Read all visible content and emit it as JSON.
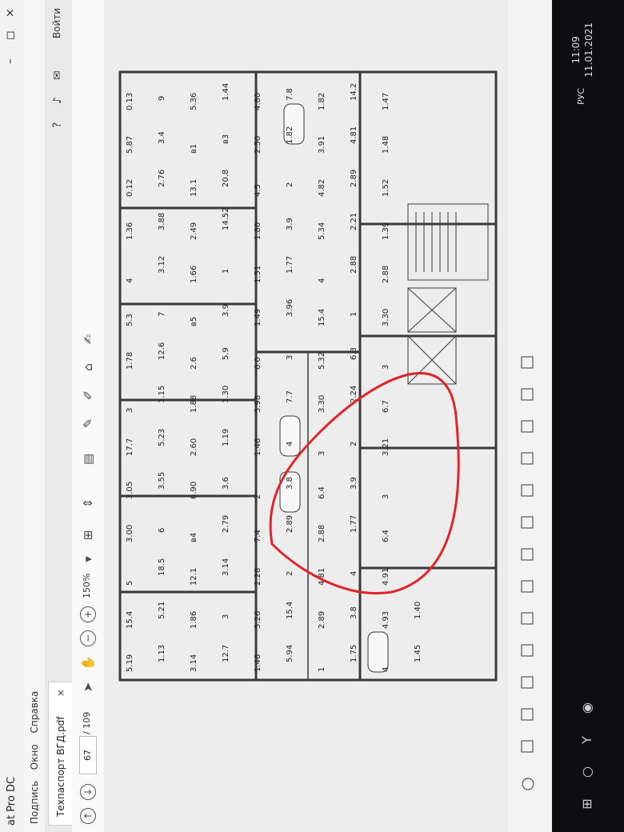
{
  "window": {
    "app_title": "at Pro DC",
    "minimize": "–",
    "maximize": "◻",
    "close": "×"
  },
  "menu": {
    "items": [
      "Подпись",
      "Окно",
      "Справка"
    ]
  },
  "tab": {
    "label": "Техпаспорт ВГД.pdf",
    "close": "×",
    "login": "Войти"
  },
  "toolbar": {
    "page_current": "67",
    "page_total": "/ 109",
    "zoom": "150%"
  },
  "plan_labels": [
    {
      "t": "5.19"
    },
    {
      "t": "15.4"
    },
    {
      "t": "5"
    },
    {
      "t": "3.00"
    },
    {
      "t": "3.05"
    },
    {
      "t": "17.7"
    },
    {
      "t": "3"
    },
    {
      "t": "1.78"
    },
    {
      "t": "5.3"
    },
    {
      "t": "4"
    },
    {
      "t": "1.36"
    },
    {
      "t": "0.12"
    },
    {
      "t": "5.87"
    },
    {
      "t": "0.13"
    },
    {
      "t": "1.13"
    },
    {
      "t": "5.21"
    },
    {
      "t": "18.5"
    },
    {
      "t": "6"
    },
    {
      "t": "3.55"
    },
    {
      "t": "5.23"
    },
    {
      "t": "1.15"
    },
    {
      "t": "12.6"
    },
    {
      "t": "7"
    },
    {
      "t": "3.12"
    },
    {
      "t": "3.88"
    },
    {
      "t": "2.76"
    },
    {
      "t": "3.4"
    },
    {
      "t": "9"
    },
    {
      "t": "3.14"
    },
    {
      "t": "1.86"
    },
    {
      "t": "12.1"
    },
    {
      "t": "в4"
    },
    {
      "t": "6.90"
    },
    {
      "t": "2.60"
    },
    {
      "t": "1.88"
    },
    {
      "t": "2.6"
    },
    {
      "t": "в5"
    },
    {
      "t": "1.66"
    },
    {
      "t": "2.49"
    },
    {
      "t": "13.1"
    },
    {
      "t": "в1"
    },
    {
      "t": "5.36"
    },
    {
      "t": "12.7"
    },
    {
      "t": "3"
    },
    {
      "t": "3.14"
    },
    {
      "t": "2.79"
    },
    {
      "t": "3.6"
    },
    {
      "t": "1.19"
    },
    {
      "t": "1.30"
    },
    {
      "t": "5.9"
    },
    {
      "t": "3.9"
    },
    {
      "t": "1"
    },
    {
      "t": "14.52"
    },
    {
      "t": "20.8"
    },
    {
      "t": "в3"
    },
    {
      "t": "1.44"
    },
    {
      "t": "1.46"
    },
    {
      "t": "3.26"
    },
    {
      "t": "2.28"
    },
    {
      "t": "7.4"
    },
    {
      "t": "2"
    },
    {
      "t": "1.46"
    },
    {
      "t": "3.98"
    },
    {
      "t": "6.0"
    },
    {
      "t": "1.49"
    },
    {
      "t": "1.51"
    },
    {
      "t": "1.80"
    },
    {
      "t": "4.5"
    },
    {
      "t": "2.50"
    },
    {
      "t": "4.80"
    },
    {
      "t": "5.94"
    },
    {
      "t": "15.4"
    },
    {
      "t": "2"
    },
    {
      "t": "2.89"
    },
    {
      "t": "3.8"
    },
    {
      "t": "4"
    },
    {
      "t": "7.7"
    },
    {
      "t": "3"
    },
    {
      "t": "3.96"
    },
    {
      "t": "1.77"
    },
    {
      "t": "3.9"
    },
    {
      "t": "2"
    },
    {
      "t": "1.82"
    },
    {
      "t": "7.8"
    },
    {
      "t": "1"
    },
    {
      "t": "2.89"
    },
    {
      "t": "4.81"
    },
    {
      "t": "2.88"
    },
    {
      "t": "6.4"
    },
    {
      "t": "3"
    },
    {
      "t": "3.30"
    },
    {
      "t": "5.32"
    },
    {
      "t": "15.4"
    },
    {
      "t": "4"
    },
    {
      "t": "5.34"
    },
    {
      "t": "4.82"
    },
    {
      "t": "3.91"
    },
    {
      "t": "1.82"
    },
    {
      "t": "1.75"
    },
    {
      "t": "3.8"
    },
    {
      "t": "4"
    },
    {
      "t": "1.77"
    },
    {
      "t": "3.9"
    },
    {
      "t": "2"
    },
    {
      "t": "2.24"
    },
    {
      "t": "6.3"
    },
    {
      "t": "1"
    },
    {
      "t": "2.88"
    },
    {
      "t": "2.21"
    },
    {
      "t": "2.89"
    },
    {
      "t": "4.81"
    },
    {
      "t": "14.2"
    },
    {
      "t": "4"
    },
    {
      "t": "4.93"
    },
    {
      "t": "4.91"
    },
    {
      "t": "6.4"
    },
    {
      "t": "3"
    },
    {
      "t": "3.21"
    },
    {
      "t": "6.7"
    },
    {
      "t": "3"
    },
    {
      "t": "3.30"
    },
    {
      "t": "2.88"
    },
    {
      "t": "1.39"
    },
    {
      "t": "1.52"
    },
    {
      "t": "1.48"
    },
    {
      "t": "1.47"
    },
    {
      "t": "1.45"
    },
    {
      "t": "1.40"
    }
  ],
  "taskbar": {
    "lang": "РУС",
    "time": "11:09",
    "date": "11.01.2021"
  },
  "colors": {
    "annotation": "#e0262a",
    "plan_line": "#3a3a3a",
    "taskbar": "#0e0e10"
  }
}
